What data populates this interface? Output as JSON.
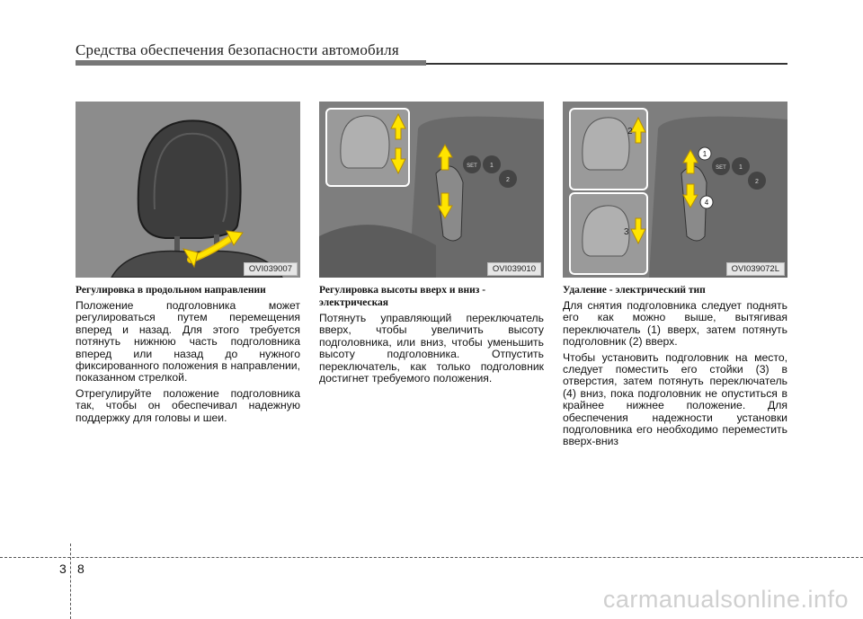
{
  "header": {
    "title": "Средства обеспечения безопасности автомобиля"
  },
  "figures": [
    {
      "code": "OVI039007"
    },
    {
      "code": "OVI039010",
      "badges": [
        "SET",
        "1",
        "2"
      ]
    },
    {
      "code": "OVI039072L",
      "badges": [
        "SET",
        "1",
        "2"
      ],
      "markers": [
        "1",
        "2",
        "3",
        "4"
      ]
    }
  ],
  "columns": [
    {
      "heading": "Регулировка в продольном направлении",
      "paragraphs": [
        "Положение подголовника может регулироваться путем перемещения вперед и назад. Для этого требуется потянуть нижнюю часть подголовника вперед или назад до нужного фиксированного положения в направлении, показанном стрелкой.",
        "Отрегулируйте положение подголовника так, чтобы он обеспечивал надежную поддержку для головы и шеи."
      ]
    },
    {
      "heading": "Регулировка высоты вверх и вниз - электрическая",
      "paragraphs": [
        "Потянуть управляющий переключатель вверх, чтобы увеличить высоту подголовника, или вниз, чтобы уменьшить высоту подголовника. Отпустить переключатель, как только подголовник достигнет требуемого положения."
      ]
    },
    {
      "heading": "Удаление - электрический тип",
      "paragraphs": [
        "Для снятия подголовника следует поднять его как можно выше, вытягивая переключатель (1) вверх, затем потянуть подголовник (2) вверх.",
        "Чтобы установить подголовник на место, следует поместить его стойки (3) в отверстия, затем потянуть переключатель (4) вниз, пока подголовник не опуститься в крайнее нижнее положение. Для обеспечения надежности установки подголовника его необходимо переместить вверх-вниз"
      ]
    }
  ],
  "footer": {
    "page_a": "3",
    "page_b": "8",
    "watermark": "carmanualsonline.info"
  }
}
